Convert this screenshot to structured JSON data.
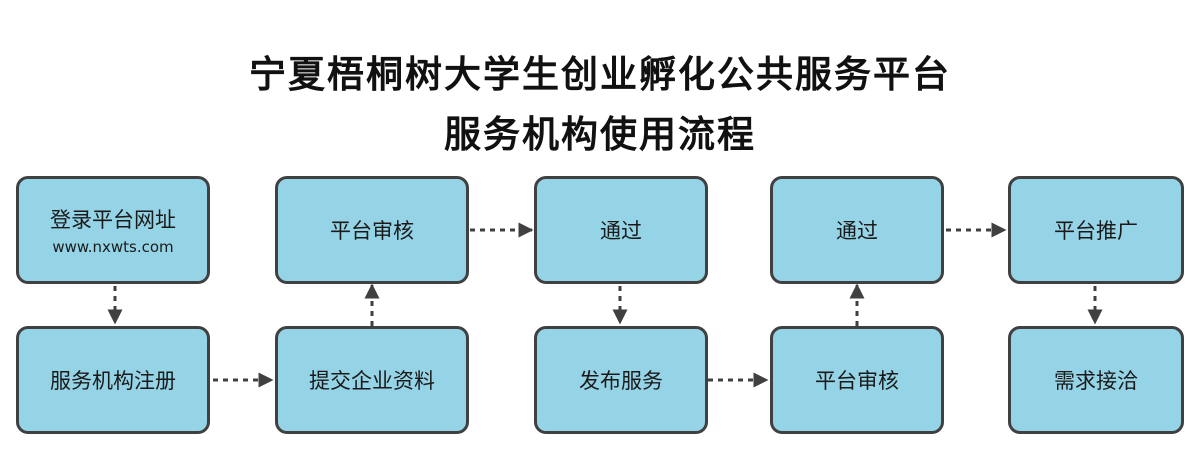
{
  "title": {
    "line1": "宁夏梧桐树大学生创业孵化公共服务平台",
    "line2": "服务机构使用流程"
  },
  "nodes": {
    "login": {
      "label": "登录平台网址",
      "url": "www.nxwts.com"
    },
    "register": {
      "label": "服务机构注册"
    },
    "submit": {
      "label": "提交企业资料"
    },
    "review1": {
      "label": "平台审核"
    },
    "pass1": {
      "label": "通过"
    },
    "publish": {
      "label": "发布服务"
    },
    "review2": {
      "label": "平台审核"
    },
    "pass2": {
      "label": "通过"
    },
    "promote": {
      "label": "平台推广"
    },
    "match": {
      "label": "需求接洽"
    }
  },
  "colors": {
    "node_fill": "#95d4e6",
    "node_border": "#404040",
    "arrow": "#404040",
    "title": "#111111"
  }
}
